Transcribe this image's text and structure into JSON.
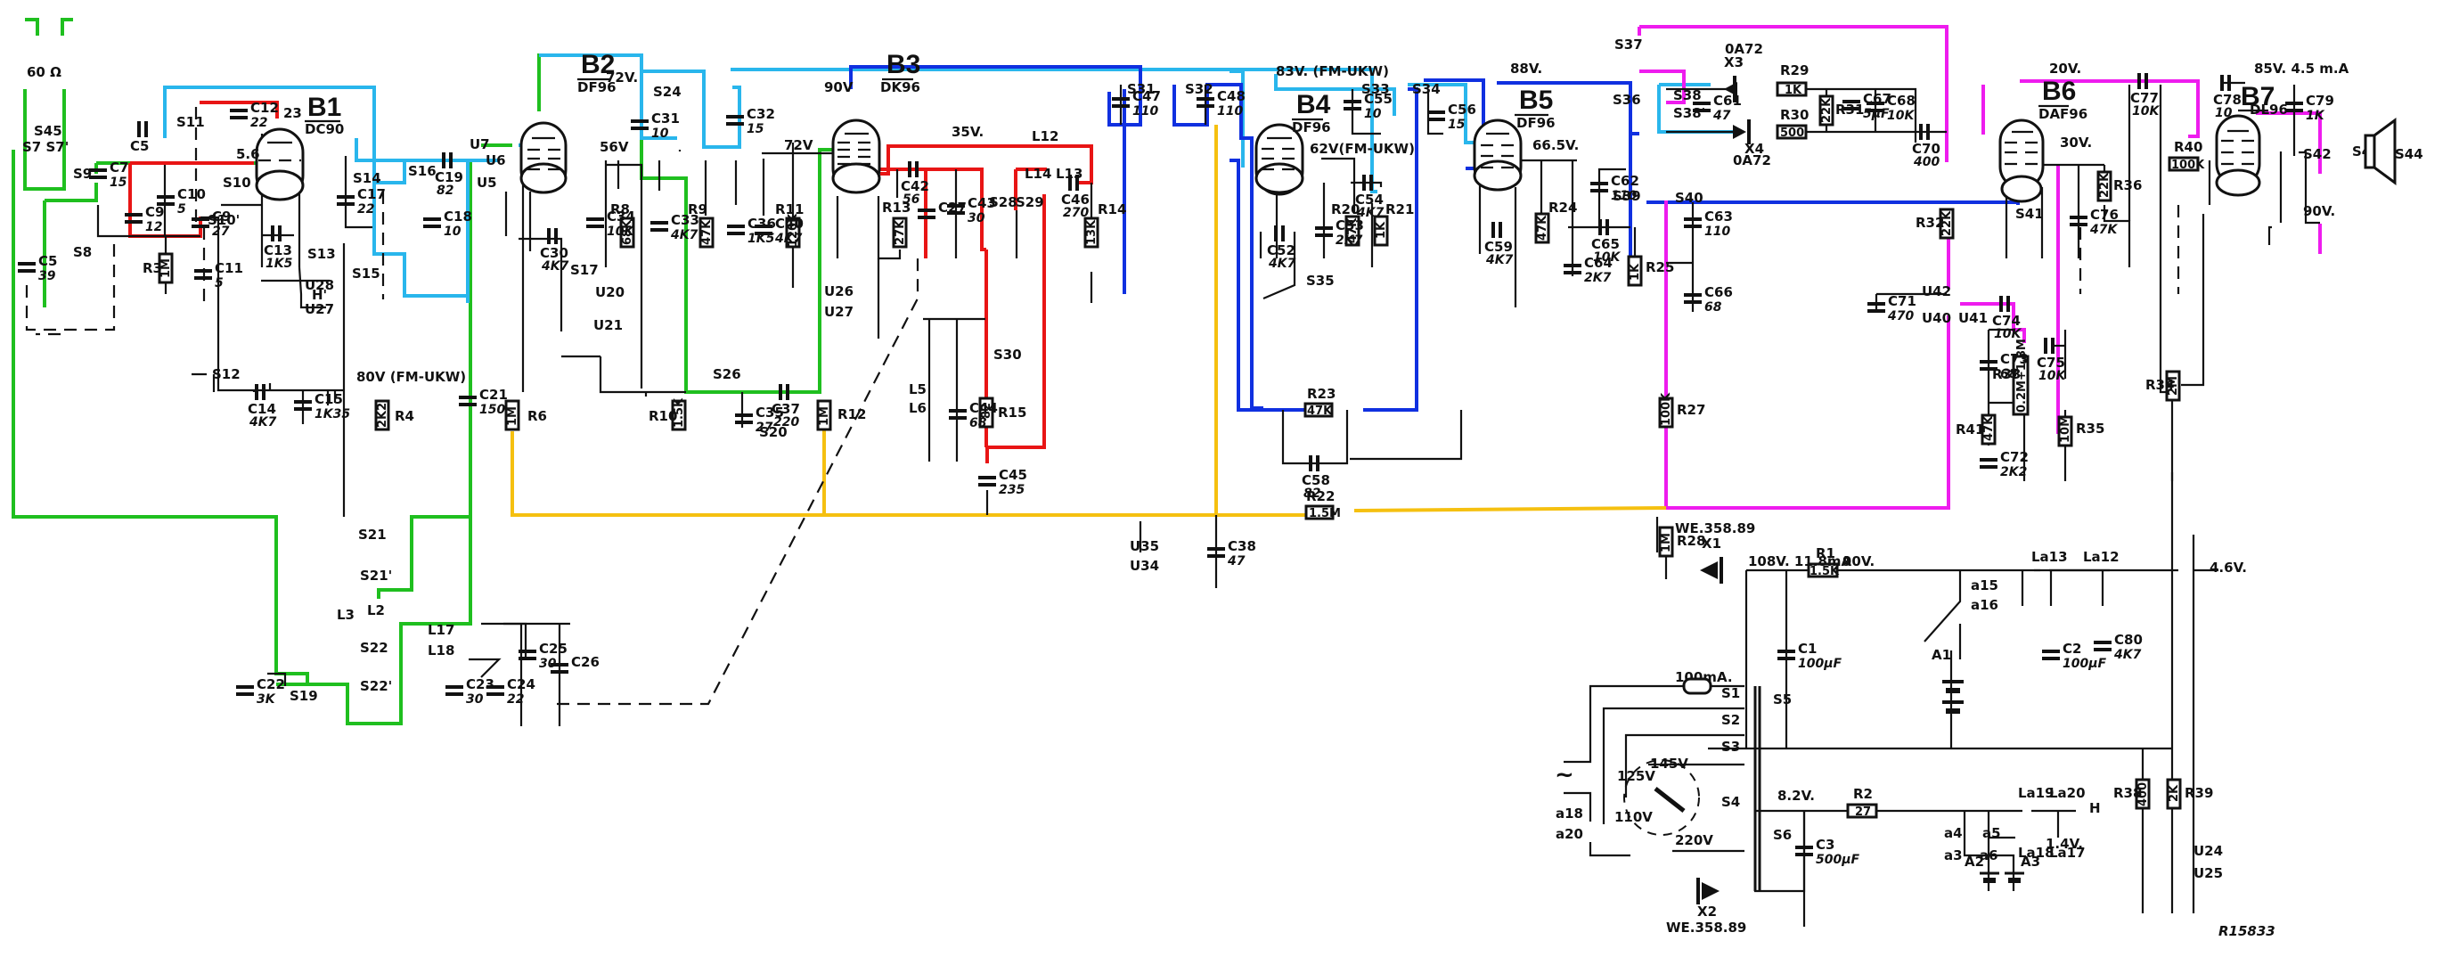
{
  "diagram": {
    "title": "Radio receiver schematic (AM/FM-UKW) with tubes B1–B7",
    "drawing_number": "R15833",
    "wire_colors": {
      "fm_rf": "#1fbf1f",
      "fm_if_1": "#29b6ec",
      "fm_if_2": "#1030e0",
      "am_osc": "#e81515",
      "audio": "#ee1cee",
      "agc": "#f5c010"
    },
    "tubes": [
      {
        "id": "B1",
        "type": "DC90"
      },
      {
        "id": "B2",
        "type": "DF96"
      },
      {
        "id": "B3",
        "type": "DK96"
      },
      {
        "id": "B4",
        "type": "DF96"
      },
      {
        "id": "B5",
        "type": "DF96"
      },
      {
        "id": "B6",
        "type": "DAF96"
      },
      {
        "id": "B7",
        "type": "DL96"
      }
    ],
    "voltages": {
      "b2_anode": "72V.",
      "b2_screen": "56V",
      "b3_anode": "90V",
      "b3_osc": "35V.",
      "b3_screen": "72V",
      "b4_anode": "83V. (FM-UKW)",
      "b4_screen": "62V(FM-UKW)",
      "b5_anode": "88V.",
      "b5_screen": "66.5V.",
      "b6_anode": "20V.",
      "b6_screen": "30V.",
      "b7_anode": "85V. 4.5 m.A",
      "b7_screen": "90V.",
      "osc_fm": "80V (FM-UKW)",
      "rect_out": "108V. 11.8mA",
      "after_r1": "90V.",
      "filament": "4.6V.",
      "bias": "8.2V.",
      "batt": "1.4V."
    },
    "antenna": {
      "impedance": "60 Ω"
    },
    "components": {
      "resistors": [
        {
          "id": "R3",
          "value": "1M"
        },
        {
          "id": "R4",
          "value": "2K2"
        },
        {
          "id": "R6",
          "value": "1M"
        },
        {
          "id": "R8",
          "value": "68K"
        },
        {
          "id": "R9",
          "value": "47K"
        },
        {
          "id": "R10",
          "value": "1.5K"
        },
        {
          "id": "R11",
          "value": "120K"
        },
        {
          "id": "R12",
          "value": "1M"
        },
        {
          "id": "R13",
          "value": "27K"
        },
        {
          "id": "R14",
          "value": "13K"
        },
        {
          "id": "R15",
          "value": "82"
        },
        {
          "id": "R20",
          "value": "47K"
        },
        {
          "id": "R21",
          "value": "1K"
        },
        {
          "id": "R22",
          "value": "1.5M"
        },
        {
          "id": "R23",
          "value": "47K"
        },
        {
          "id": "R24",
          "value": "47K"
        },
        {
          "id": "R25",
          "value": "1K"
        },
        {
          "id": "R27",
          "value": "100K"
        },
        {
          "id": "R28",
          "value": "1M"
        },
        {
          "id": "R29",
          "value": "1K"
        },
        {
          "id": "R30",
          "value": "500"
        },
        {
          "id": "R31",
          "value": "22K"
        },
        {
          "id": "R32",
          "value": "22K"
        },
        {
          "id": "R33",
          "value": "0.2M+1.8M"
        },
        {
          "id": "R34",
          "value": "2M"
        },
        {
          "id": "R35",
          "value": "10M"
        },
        {
          "id": "R36",
          "value": "22K"
        },
        {
          "id": "R38",
          "value": "400"
        },
        {
          "id": "R39",
          "value": "2K"
        },
        {
          "id": "R40",
          "value": "100K"
        },
        {
          "id": "R41",
          "value": "47K"
        },
        {
          "id": "R1",
          "value": "1.5K"
        },
        {
          "id": "R2",
          "value": "27"
        }
      ],
      "capacitors": [
        {
          "id": "C5",
          "value": ""
        },
        {
          "id": "C5b",
          "label": "C5",
          "value": "39"
        },
        {
          "id": "C7",
          "value": "15"
        },
        {
          "id": "C9",
          "value": "12"
        },
        {
          "id": "C9b",
          "label": "C9",
          "value": "27"
        },
        {
          "id": "C10",
          "value": "5"
        },
        {
          "id": "C11",
          "value": "5"
        },
        {
          "id": "C12",
          "value": "22"
        },
        {
          "id": "C13",
          "value": "1K5"
        },
        {
          "id": "C14",
          "value": "4K7"
        },
        {
          "id": "C15",
          "value": "1K35"
        },
        {
          "id": "C17",
          "value": "22"
        },
        {
          "id": "C18",
          "value": "10"
        },
        {
          "id": "C19",
          "value": "82"
        },
        {
          "id": "C21",
          "value": "150"
        },
        {
          "id": "C22",
          "value": "3K"
        },
        {
          "id": "C23",
          "value": "30"
        },
        {
          "id": "C24",
          "value": "22"
        },
        {
          "id": "C25",
          "value": "30"
        },
        {
          "id": "C26",
          "value": ""
        },
        {
          "id": "C27",
          "value": ""
        },
        {
          "id": "C30",
          "value": "4K7"
        },
        {
          "id": "C31",
          "value": "10"
        },
        {
          "id": "C32",
          "value": "15"
        },
        {
          "id": "C33",
          "value": "4K7"
        },
        {
          "id": "C34",
          "value": "10K"
        },
        {
          "id": "C35",
          "value": "27"
        },
        {
          "id": "C36",
          "value": "1K5"
        },
        {
          "id": "C37",
          "value": "220"
        },
        {
          "id": "C38",
          "value": "47"
        },
        {
          "id": "C40",
          "value": "4K7"
        },
        {
          "id": "C42",
          "value": "56"
        },
        {
          "id": "C43",
          "value": "30"
        },
        {
          "id": "C44",
          "value": "68"
        },
        {
          "id": "C45",
          "value": "235"
        },
        {
          "id": "C46",
          "value": "270"
        },
        {
          "id": "C47",
          "value": "110"
        },
        {
          "id": "C48",
          "value": "110"
        },
        {
          "id": "C52",
          "value": "4K7"
        },
        {
          "id": "C53",
          "value": "2K7"
        },
        {
          "id": "C54",
          "value": "4K7"
        },
        {
          "id": "C55",
          "value": "10"
        },
        {
          "id": "C56",
          "value": "15"
        },
        {
          "id": "C58",
          "value": "82"
        },
        {
          "id": "C59",
          "value": "4K7"
        },
        {
          "id": "C61",
          "value": "47"
        },
        {
          "id": "C62",
          "value": "110"
        },
        {
          "id": "C63",
          "value": "110"
        },
        {
          "id": "C64",
          "value": "2K7"
        },
        {
          "id": "C65",
          "value": "10K"
        },
        {
          "id": "C66",
          "value": "68"
        },
        {
          "id": "C67",
          "value": "5µF"
        },
        {
          "id": "C68",
          "value": "10K"
        },
        {
          "id": "C70",
          "value": "400"
        },
        {
          "id": "C71",
          "value": "470"
        },
        {
          "id": "C72",
          "value": "2K2"
        },
        {
          "id": "C73",
          "value": "68"
        },
        {
          "id": "C74",
          "value": "10K"
        },
        {
          "id": "C75",
          "value": "10K"
        },
        {
          "id": "C76",
          "value": "47K"
        },
        {
          "id": "C77",
          "value": "10K"
        },
        {
          "id": "C78",
          "value": "10"
        },
        {
          "id": "C79",
          "value": "1K"
        },
        {
          "id": "C80",
          "value": "4K7"
        },
        {
          "id": "C1",
          "value": "100µF"
        },
        {
          "id": "C2",
          "value": "100µF"
        },
        {
          "id": "C3",
          "value": "500µF"
        }
      ],
      "diodes": [
        {
          "id": "X1",
          "type": "WE.358.89"
        },
        {
          "id": "X2",
          "type": "WE.358.89"
        },
        {
          "id": "X3",
          "type": "0A72"
        },
        {
          "id": "X4",
          "type": "0A72"
        }
      ],
      "fuse": "100mA.",
      "mains_taps": [
        "110V",
        "125V",
        "145V",
        "220V"
      ],
      "battery": [
        "A1",
        "A2",
        "A3"
      ]
    },
    "labels": {
      "S7S7": "S7 S7'",
      "S45": "S45",
      "S9": "S9",
      "S8": "S8",
      "S10": "S10",
      "S10b": "S10'",
      "S11": "S11",
      "S12": "S12",
      "S13": "S13",
      "S14": "S14",
      "S15": "S15",
      "S16": "S16",
      "S17": "S17",
      "S19": "S19",
      "S20": "S20",
      "S21": "S21",
      "S21b": "S21'",
      "S22": "S22",
      "S22b": "S22'",
      "S24": "S24",
      "S26": "S26",
      "S28": "S28",
      "S29": "S29",
      "S30": "S30",
      "S31": "S31",
      "S32": "S32",
      "S33": "S33",
      "S34": "S34",
      "S35": "S35",
      "S36": "S36",
      "S37": "S37",
      "S38": "S38",
      "S38b": "S38'",
      "S39": "S39",
      "S40": "S40",
      "S41": "S41",
      "S42": "S42",
      "S43": "S43",
      "S44": "S44",
      "S1": "S1",
      "S2": "S2",
      "S3": "S3",
      "S4": "S4",
      "S5": "S5",
      "S6": "S6",
      "U5": "U5",
      "U6": "U6",
      "U7": "U7",
      "U20": "U20",
      "U21": "U21",
      "U24": "U24",
      "U25": "U25",
      "U26": "U26",
      "U27": "U27",
      "U28": "U28",
      "U27b": "U27",
      "U34": "U34",
      "U35": "U35",
      "U40": "U40",
      "U41": "U41",
      "U42": "U42",
      "L2": "L2",
      "L3": "L3",
      "L5": "L5",
      "L6": "L6",
      "L12": "L12",
      "L13": "L13",
      "L14": "L14",
      "L17": "L17",
      "L18": "L18",
      "a3": "a3",
      "a4": "a4",
      "a5": "a5",
      "a6": "a6",
      "a15": "a15",
      "a16": "a16",
      "a18": "a18",
      "a20": "a20",
      "La12": "La12",
      "La13": "La13",
      "La17": "La17",
      "La18": "La18",
      "La19": "La19",
      "La20": "La20",
      "H": "H",
      "Hp": "H'",
      "plus": "+",
      "pin56": "5.6",
      "pin23": "23",
      "mains": "~"
    }
  }
}
